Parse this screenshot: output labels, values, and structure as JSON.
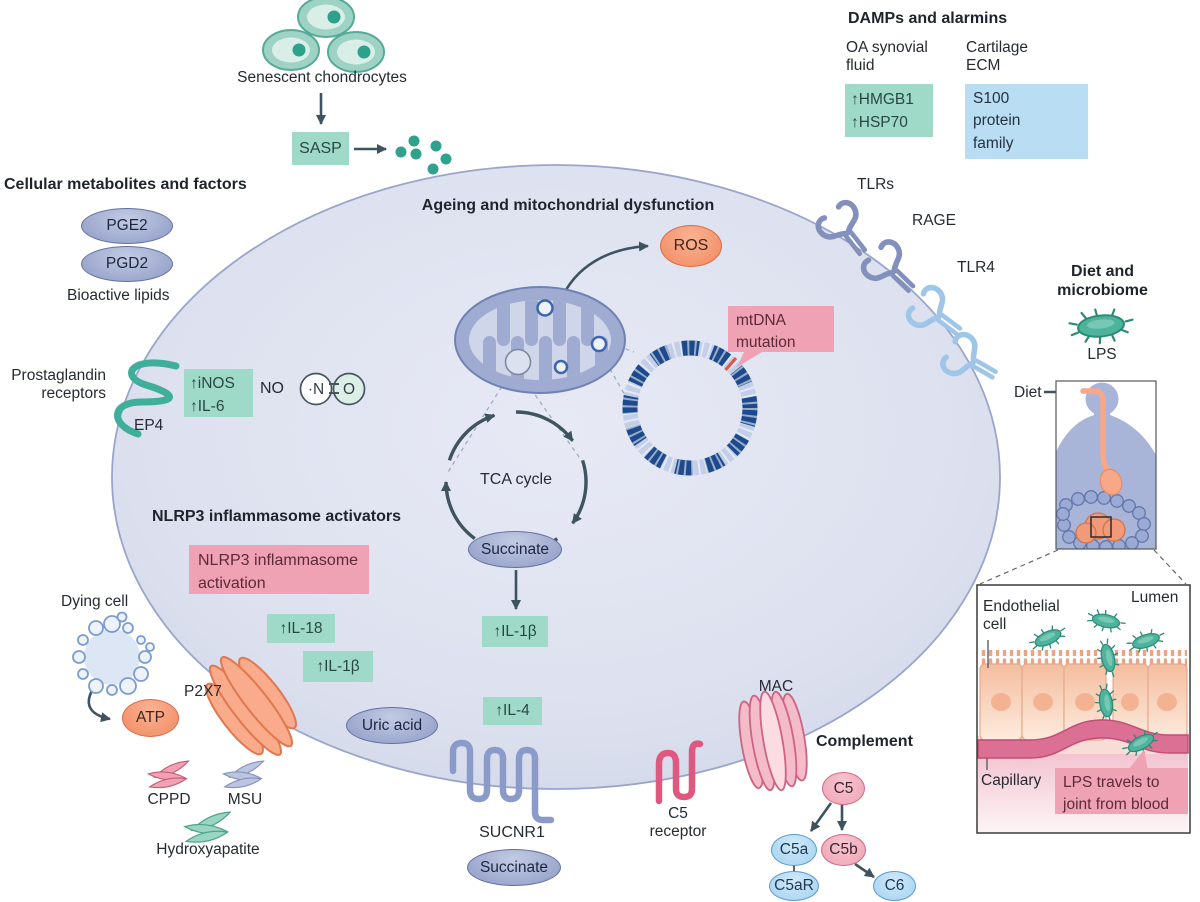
{
  "senescent": {
    "label": "Senescent chondrocytes",
    "sasp": "SASP"
  },
  "damps": {
    "title": "DAMPs and alarmins",
    "oa_fluid": "OA synovial\nfluid",
    "oa_markers": "↑HMGB1\n↑HSP70",
    "cartilage": "Cartilage\nECM",
    "s100": "S100\nprotein\nfamily"
  },
  "metabolites": {
    "title": "Cellular metabolites and factors",
    "pge2": "PGE2",
    "pgd2": "PGD2",
    "bioactive": "Bioactive lipids",
    "prostaglandin": "Prostaglandin\nreceptors",
    "ep4": "EP4",
    "inos_il6": "↑iNOS\n↑IL-6",
    "no": "NO",
    "no_n": "·N",
    "no_o": "O"
  },
  "ageing": {
    "title": "Ageing and mitochondrial dysfunction",
    "ros": "ROS",
    "mtdna": "mtDNA\nmutation",
    "tca": "TCA cycle",
    "succinate": "Succinate",
    "il1b": "↑IL-1β"
  },
  "membrane_receptors": {
    "tlrs": "TLRs",
    "rage": "RAGE",
    "tlr4": "TLR4"
  },
  "diet": {
    "title": "Diet and\nmicrobiome",
    "lps": "LPS",
    "diet": "Diet",
    "lumen": "Lumen",
    "endothelial": "Endothelial\ncell",
    "capillary": "Capillary",
    "lps_travels": "LPS travels to\njoint from blood"
  },
  "nlrp3": {
    "title": "NLRP3 inflammasome activators",
    "activation": "NLRP3 inflammasome\nactivation",
    "il18": "↑IL-18",
    "il1b": "↑IL-1β",
    "dying_cell": "Dying cell",
    "atp": "ATP",
    "p2x7": "P2X7",
    "cppd": "CPPD",
    "msu": "MSU",
    "hydroxyapatite": "Hydroxyapatite"
  },
  "succinate_axis": {
    "uric_acid": "Uric acid",
    "il4": "↑IL-4",
    "sucnr1": "SUCNR1",
    "succinate": "Succinate"
  },
  "complement": {
    "title": "Complement",
    "mac": "MAC",
    "c5_receptor": "C5\nreceptor",
    "c5": "C5",
    "c5a": "C5a",
    "c5b": "C5b",
    "c5ar": "C5aR",
    "c6": "C6"
  },
  "colors": {
    "cell_fill": "#dde1ef",
    "teal_box": "#9edac7",
    "pink_box": "#efa2b3",
    "blue_box": "#b9ddf2",
    "lavender_node": "#8d9ac6",
    "orange_node": "#f28960",
    "teal_accent": "#2fa18c",
    "complement_pink": "#efa3b5",
    "complement_blue": "#a3d2f0",
    "dna_navy": "#1d4a8c",
    "capillary_pink": "#dc6f94",
    "receptor_blue": "#8490bc",
    "tlr4_blue": "#9fc6e8"
  }
}
